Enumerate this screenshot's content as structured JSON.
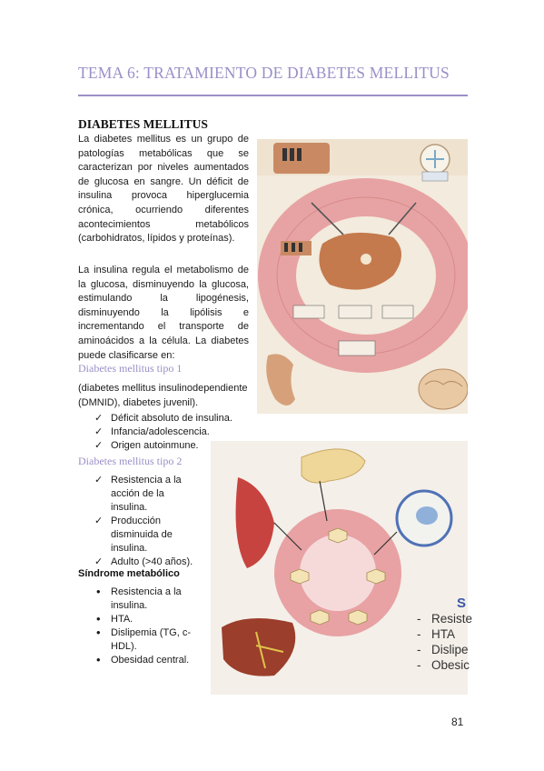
{
  "header": {
    "chapter_title": "TEMA 6: TRATAMIENTO DE DIABETES MELLITUS"
  },
  "section": {
    "heading": "DIABETES MELLITUS",
    "intro": "La diabetes mellitus es un grupo de patologías metabólicas que se caracterizan por niveles aumentados de glucosa en sangre. Un déficit de insulina provoca hiperglucemia crónica, ocurriendo diferentes acontecimientos metabólicos (carbohidratos, lípidos y proteínas).",
    "insulin_paragraph": "La insulina regula el metabolismo de la glucosa, disminuyendo la glucosa, estimulando la lipogénesis, disminuyendo la lipólisis e incrementando el transporte de aminoácidos a la célula. La diabetes puede clasificarse en:"
  },
  "type1": {
    "heading": "Diabetes mellitus tipo 1",
    "description": "(diabetes mellitus insulinodependiente (DMNID), diabetes juvenil).",
    "items": [
      "Déficit absoluto de insulina.",
      "Infancia/adolescencia.",
      "Origen autoinmune."
    ]
  },
  "type2": {
    "heading": "Diabetes mellitus tipo 2",
    "items": [
      "Resistencia a la acción de la insulina.",
      "Producción disminuida de insulina.",
      "Adulto (>40 años)."
    ]
  },
  "metabolic": {
    "heading": "Síndrome metabólico",
    "items": [
      "Resistencia a la insulina.",
      "HTA.",
      "Dislipemia (TG, c-HDL).",
      "Obesidad central."
    ]
  },
  "figure2_overlay": {
    "letter": "S",
    "items": [
      "Resiste",
      "HTA",
      "Dislipe",
      "Obesic"
    ]
  },
  "page": {
    "number": "81"
  },
  "colors": {
    "accent": "#9b8fc7",
    "ring": "#e7a3a3",
    "overlay_blue": "#3b57a6"
  }
}
